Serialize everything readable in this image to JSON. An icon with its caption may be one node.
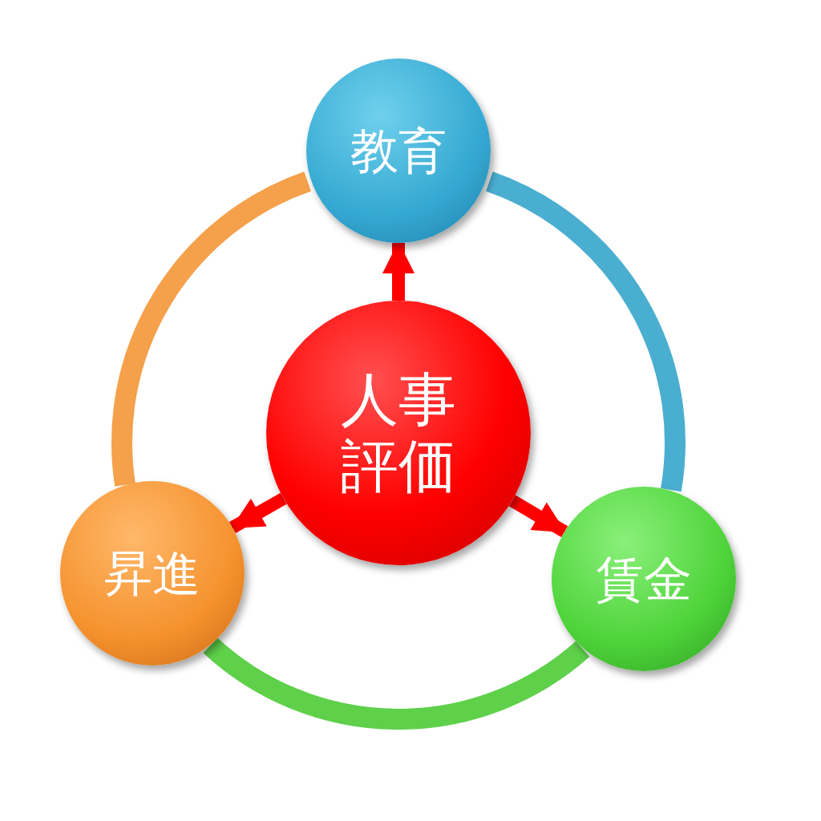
{
  "diagram": {
    "nodes": [
      {
        "text": [
          "人事評価"
        ]
      },
      {
        "text": [
          "教育"
        ]
      },
      {
        "text": [
          "賃金"
        ]
      },
      {
        "text": [
          "昇進"
        ]
      }
    ],
    "edges": [
      {
        "from": 0,
        "to": 1,
        "arrow": "to",
        "color": "#ff0000"
      },
      {
        "from": 0,
        "to": 2,
        "arrow": "to",
        "color": "#ff0000"
      },
      {
        "from": 0,
        "to": 3,
        "arrow": "to",
        "color": "#ff0000"
      },
      {
        "from": 1,
        "to": 2,
        "arrow": "none",
        "color": "#4aaed0"
      },
      {
        "from": 2,
        "to": 3,
        "arrow": "none",
        "color": "#5ed04a"
      },
      {
        "from": 3,
        "to": 1,
        "arrow": "none",
        "color": "#f5a04a"
      }
    ]
  }
}
